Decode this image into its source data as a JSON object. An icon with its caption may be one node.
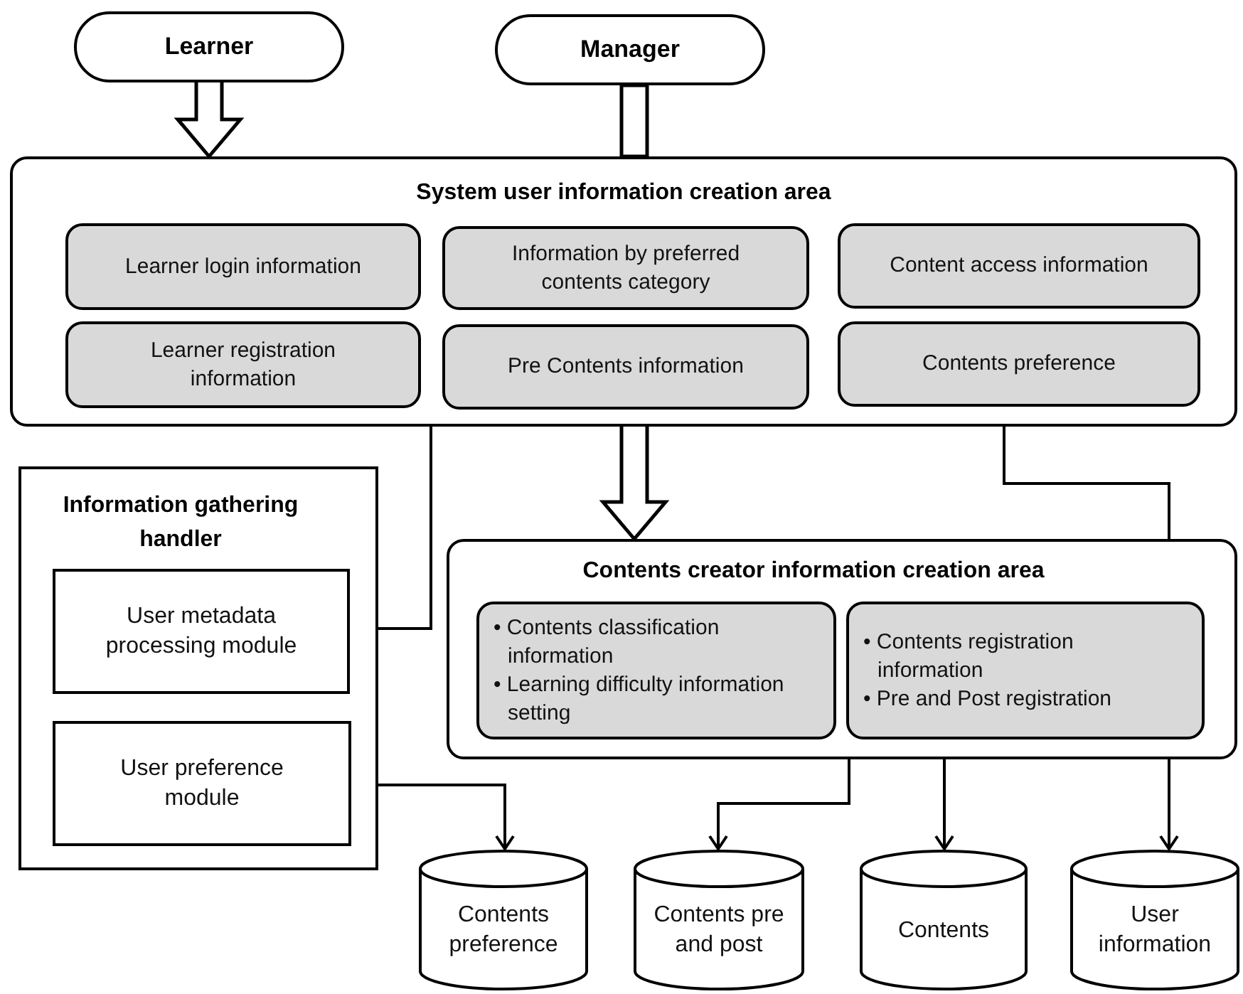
{
  "diagram": {
    "nodes": [
      {
        "text": [
          "Learner"
        ]
      },
      {
        "text": [
          "Manager"
        ]
      },
      {
        "text": [
          "System user information creation area"
        ]
      },
      {
        "text": [
          "Learner login information"
        ],
        "in": 2
      },
      {
        "text": [
          "Information by preferred contents category"
        ],
        "in": 2
      },
      {
        "text": [
          "Content access information"
        ],
        "in": 2
      },
      {
        "text": [
          "Learner registration information"
        ],
        "in": 2
      },
      {
        "text": [
          "Pre Contents information"
        ],
        "in": 2
      },
      {
        "text": [
          "Contents preference"
        ],
        "in": 2
      },
      {
        "text": [
          "Information gathering handler"
        ]
      },
      {
        "text": [
          "User metadata processing module"
        ],
        "in": 9
      },
      {
        "text": [
          "User preference module"
        ],
        "in": 9
      },
      {
        "text": [
          "Contents creator information creation area"
        ]
      },
      {
        "text": [
          "• Contents classification information",
          "• Learning difficulty information setting"
        ],
        "in": 12
      },
      {
        "text": [
          "• Contents registration information",
          "• Pre and Post registration"
        ],
        "in": 12
      },
      {
        "text": [
          "Contents preference"
        ]
      },
      {
        "text": [
          "Contents pre and post"
        ]
      },
      {
        "text": [
          "Contents"
        ]
      },
      {
        "text": [
          "User information"
        ]
      }
    ],
    "edges": [
      {
        "from": 0,
        "to": 2,
        "arrow": "to",
        "style": "thick"
      },
      {
        "from": 1,
        "to": 2,
        "arrow": "none",
        "style": "thick"
      },
      {
        "from": 2,
        "to": 12,
        "arrow": "to",
        "style": "thick"
      },
      {
        "from": 2,
        "to": 10,
        "arrow": "to"
      },
      {
        "from": 2,
        "to": 12,
        "arrow": "none"
      },
      {
        "from": 11,
        "to": 15,
        "arrow": "to"
      },
      {
        "from": 12,
        "to": 16,
        "arrow": "to"
      },
      {
        "from": 12,
        "to": 17,
        "arrow": "to"
      },
      {
        "from": 12,
        "to": 18,
        "arrow": "to"
      }
    ]
  }
}
